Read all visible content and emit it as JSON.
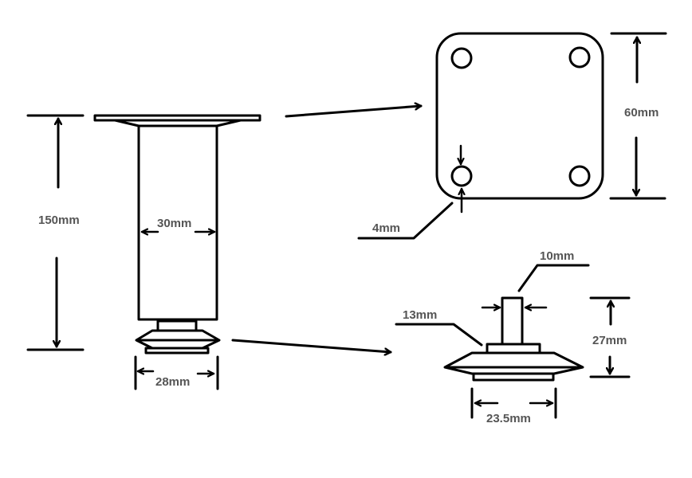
{
  "diagram": {
    "type": "technical-dimension-drawing",
    "subject": "adjustable furniture leg",
    "views": [
      {
        "name": "leg-side-view",
        "dimensions": {
          "height": "150mm",
          "tube_width": "30mm",
          "foot_width": "28mm"
        }
      },
      {
        "name": "mounting-plate-top-view",
        "dimensions": {
          "plate_size": "60mm",
          "hole_diameter": "4mm"
        },
        "holes": 4
      },
      {
        "name": "adjuster-foot-detail",
        "dimensions": {
          "stem_width": "10mm",
          "collar_height": "13mm",
          "total_height": "27mm",
          "base_width": "23.5mm"
        }
      }
    ]
  },
  "labels": {
    "height": "150mm",
    "tube_width": "30mm",
    "foot_width": "28mm",
    "plate_size": "60mm",
    "hole_diameter": "4mm",
    "stem_width": "10mm",
    "collar": "13mm",
    "foot_height": "27mm",
    "base_width": "23.5mm"
  },
  "colors": {
    "line": "#000000",
    "label": "#555555",
    "background": "#ffffff"
  }
}
